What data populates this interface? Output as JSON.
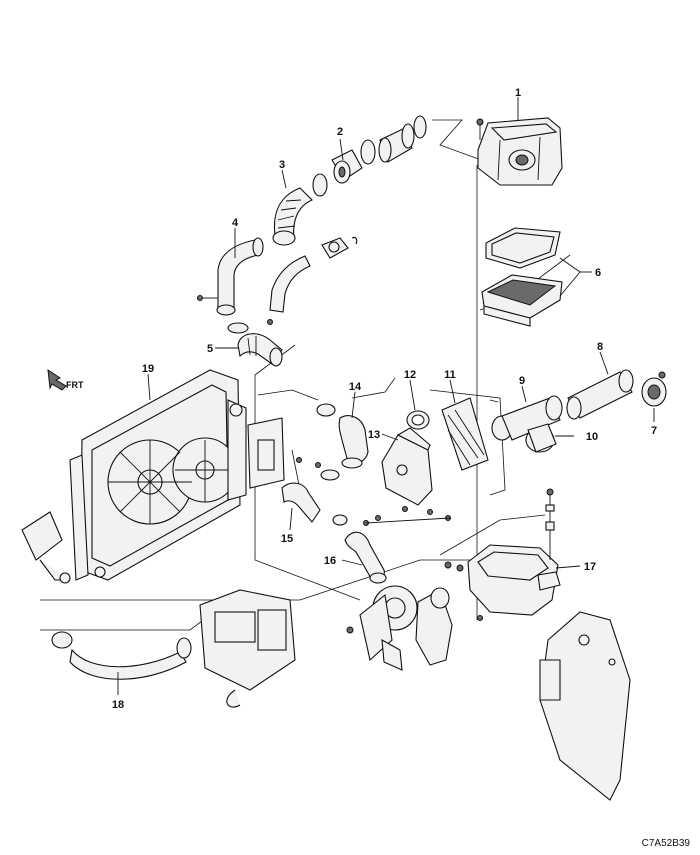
{
  "diagram_code": "C7A52B39",
  "front_indicator": "FRT",
  "callouts": [
    "1",
    "2",
    "3",
    "4",
    "5",
    "6",
    "7",
    "8",
    "9",
    "10",
    "11",
    "12",
    "13",
    "14",
    "15",
    "16",
    "17",
    "18",
    "19"
  ]
}
